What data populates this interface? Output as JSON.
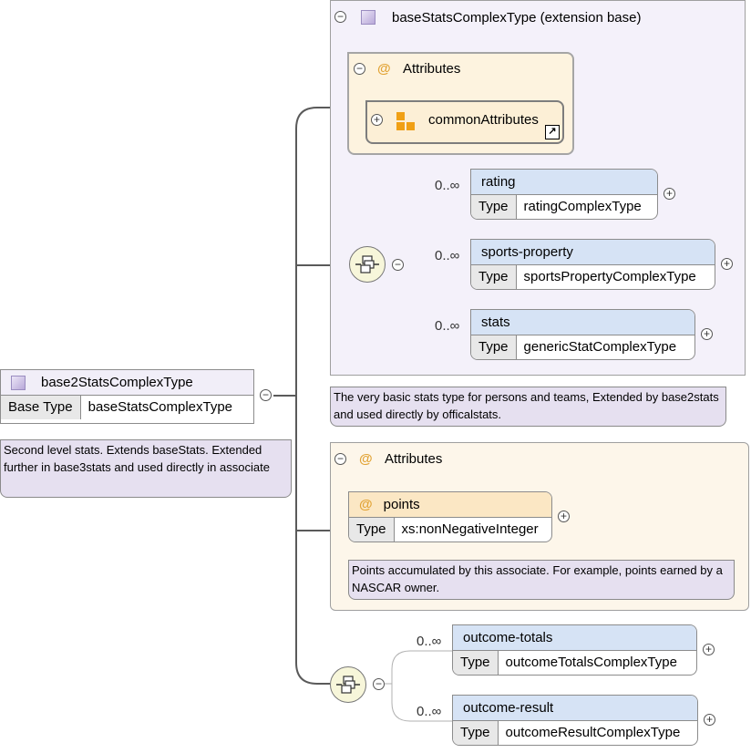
{
  "root": {
    "name": "base2StatsComplexType",
    "base_type_key": "Base Type",
    "base_type_value": "baseStatsComplexType",
    "doc": "Second level stats. Extends baseStats. Extended further in base3stats and used directly in associate"
  },
  "extension": {
    "title": "baseStatsComplexType (extension base)",
    "attributes_title": "Attributes",
    "attribute_group": "commonAttributes",
    "doc": "The very basic stats type for persons and teams, Extended by base2stats and used directly by officalstats.",
    "elements": [
      {
        "occurrence": "0..∞",
        "name": "rating",
        "type_key": "Type",
        "type_value": "ratingComplexType"
      },
      {
        "occurrence": "0..∞",
        "name": "sports-property",
        "type_key": "Type",
        "type_value": "sportsPropertyComplexType"
      },
      {
        "occurrence": "0..∞",
        "name": "stats",
        "type_key": "Type",
        "type_value": "genericStatComplexType"
      }
    ]
  },
  "attributes": {
    "title": "Attributes",
    "points": {
      "name": "points",
      "type_key": "Type",
      "type_value": "xs:nonNegativeInteger",
      "doc": "Points accumulated by this associate. For example, points earned by a NASCAR owner."
    }
  },
  "sequence": {
    "elements": [
      {
        "occurrence": "0..∞",
        "name": "outcome-totals",
        "type_key": "Type",
        "type_value": "outcomeTotalsComplexType"
      },
      {
        "occurrence": "0..∞",
        "name": "outcome-result",
        "type_key": "Type",
        "type_value": "outcomeResultComplexType"
      }
    ]
  },
  "colors": {
    "element_header": "#d6e3f5",
    "attribute_header": "#fbe7c4",
    "doc_background": "#e6e0f0",
    "extension_background": "#f4f1fa",
    "attribute_symbol": "#e2a437"
  }
}
